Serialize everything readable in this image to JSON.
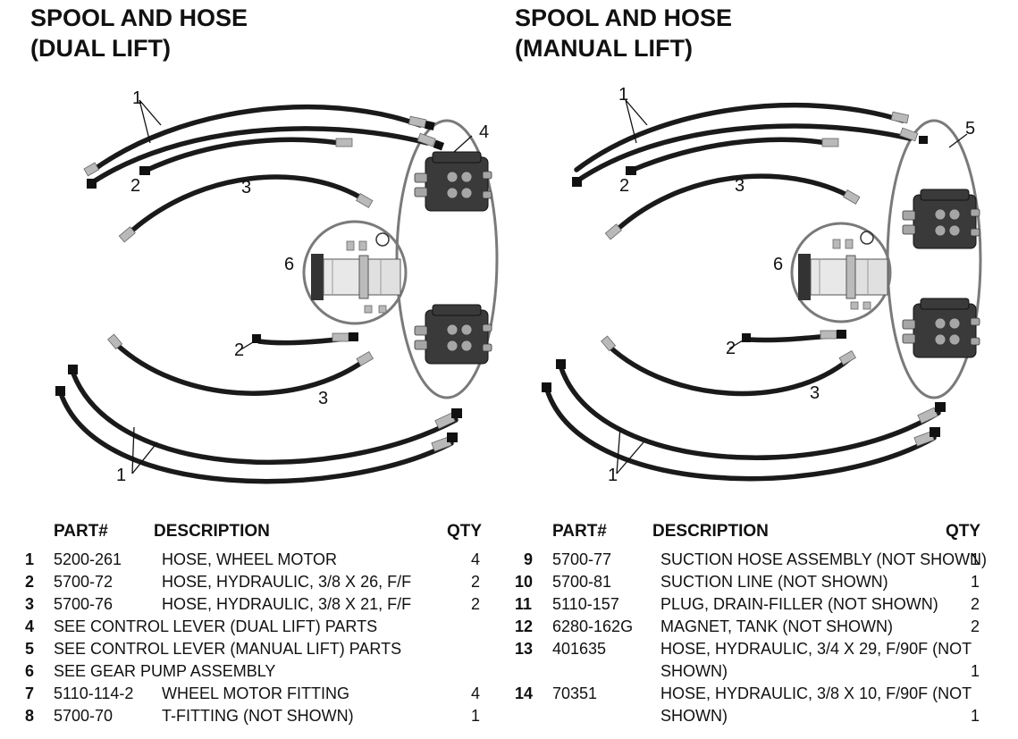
{
  "titles": {
    "left": [
      "SPOOL AND HOSE",
      "(DUAL LIFT)"
    ],
    "right": [
      "SPOOL AND HOSE",
      "(MANUAL LIFT)"
    ]
  },
  "callouts": {
    "left": [
      "1",
      "2",
      "3",
      "4",
      "6",
      "2",
      "3",
      "1"
    ],
    "right": [
      "1",
      "2",
      "3",
      "5",
      "6",
      "2",
      "3",
      "1"
    ]
  },
  "table": {
    "headers": {
      "part": "PART#",
      "description": "DESCRIPTION",
      "qty": "QTY"
    },
    "left_rows": [
      {
        "num": "1",
        "part": "5200-261",
        "desc": "HOSE, WHEEL MOTOR",
        "qty": "4"
      },
      {
        "num": "2",
        "part": "5700-72",
        "desc": "HOSE, HYDRAULIC, 3/8 X 26, F/F",
        "qty": "2"
      },
      {
        "num": "3",
        "part": "5700-76",
        "desc": "HOSE, HYDRAULIC, 3/8 X 21, F/F",
        "qty": "2"
      },
      {
        "num": "4",
        "part": "SEE CONTROL LEVER (DUAL LIFT) PARTS",
        "desc": "",
        "qty": ""
      },
      {
        "num": "5",
        "part": "SEE CONTROL LEVER (MANUAL LIFT) PARTS",
        "desc": "",
        "qty": ""
      },
      {
        "num": "6",
        "part": "SEE GEAR PUMP ASSEMBLY",
        "desc": "",
        "qty": ""
      },
      {
        "num": "7",
        "part": "5110-114-2",
        "desc": "WHEEL MOTOR FITTING",
        "qty": "4"
      },
      {
        "num": "8",
        "part": "5700-70",
        "desc": "T-FITTING (NOT SHOWN)",
        "qty": "1"
      }
    ],
    "right_rows": [
      {
        "num": "9",
        "part": "5700-77",
        "desc": "SUCTION HOSE ASSEMBLY (NOT SHOWN)",
        "qty": "1"
      },
      {
        "num": "10",
        "part": "5700-81",
        "desc": "SUCTION LINE (NOT SHOWN)",
        "qty": "1"
      },
      {
        "num": "11",
        "part": "5110-157",
        "desc": "PLUG, DRAIN-FILLER (NOT SHOWN)",
        "qty": "2"
      },
      {
        "num": "12",
        "part": "6280-162G",
        "desc": "MAGNET, TANK (NOT SHOWN)",
        "qty": "2"
      },
      {
        "num": "13",
        "part": "401635",
        "desc": "HOSE, HYDRAULIC, 3/4 X 29, F/90F (NOT",
        "desc2": "SHOWN)",
        "qty": "1"
      },
      {
        "num": "14",
        "part": "70351",
        "desc": "HOSE, HYDRAULIC, 3/8 X 10, F/90F (NOT",
        "desc2": "SHOWN)",
        "qty": "1"
      }
    ]
  }
}
